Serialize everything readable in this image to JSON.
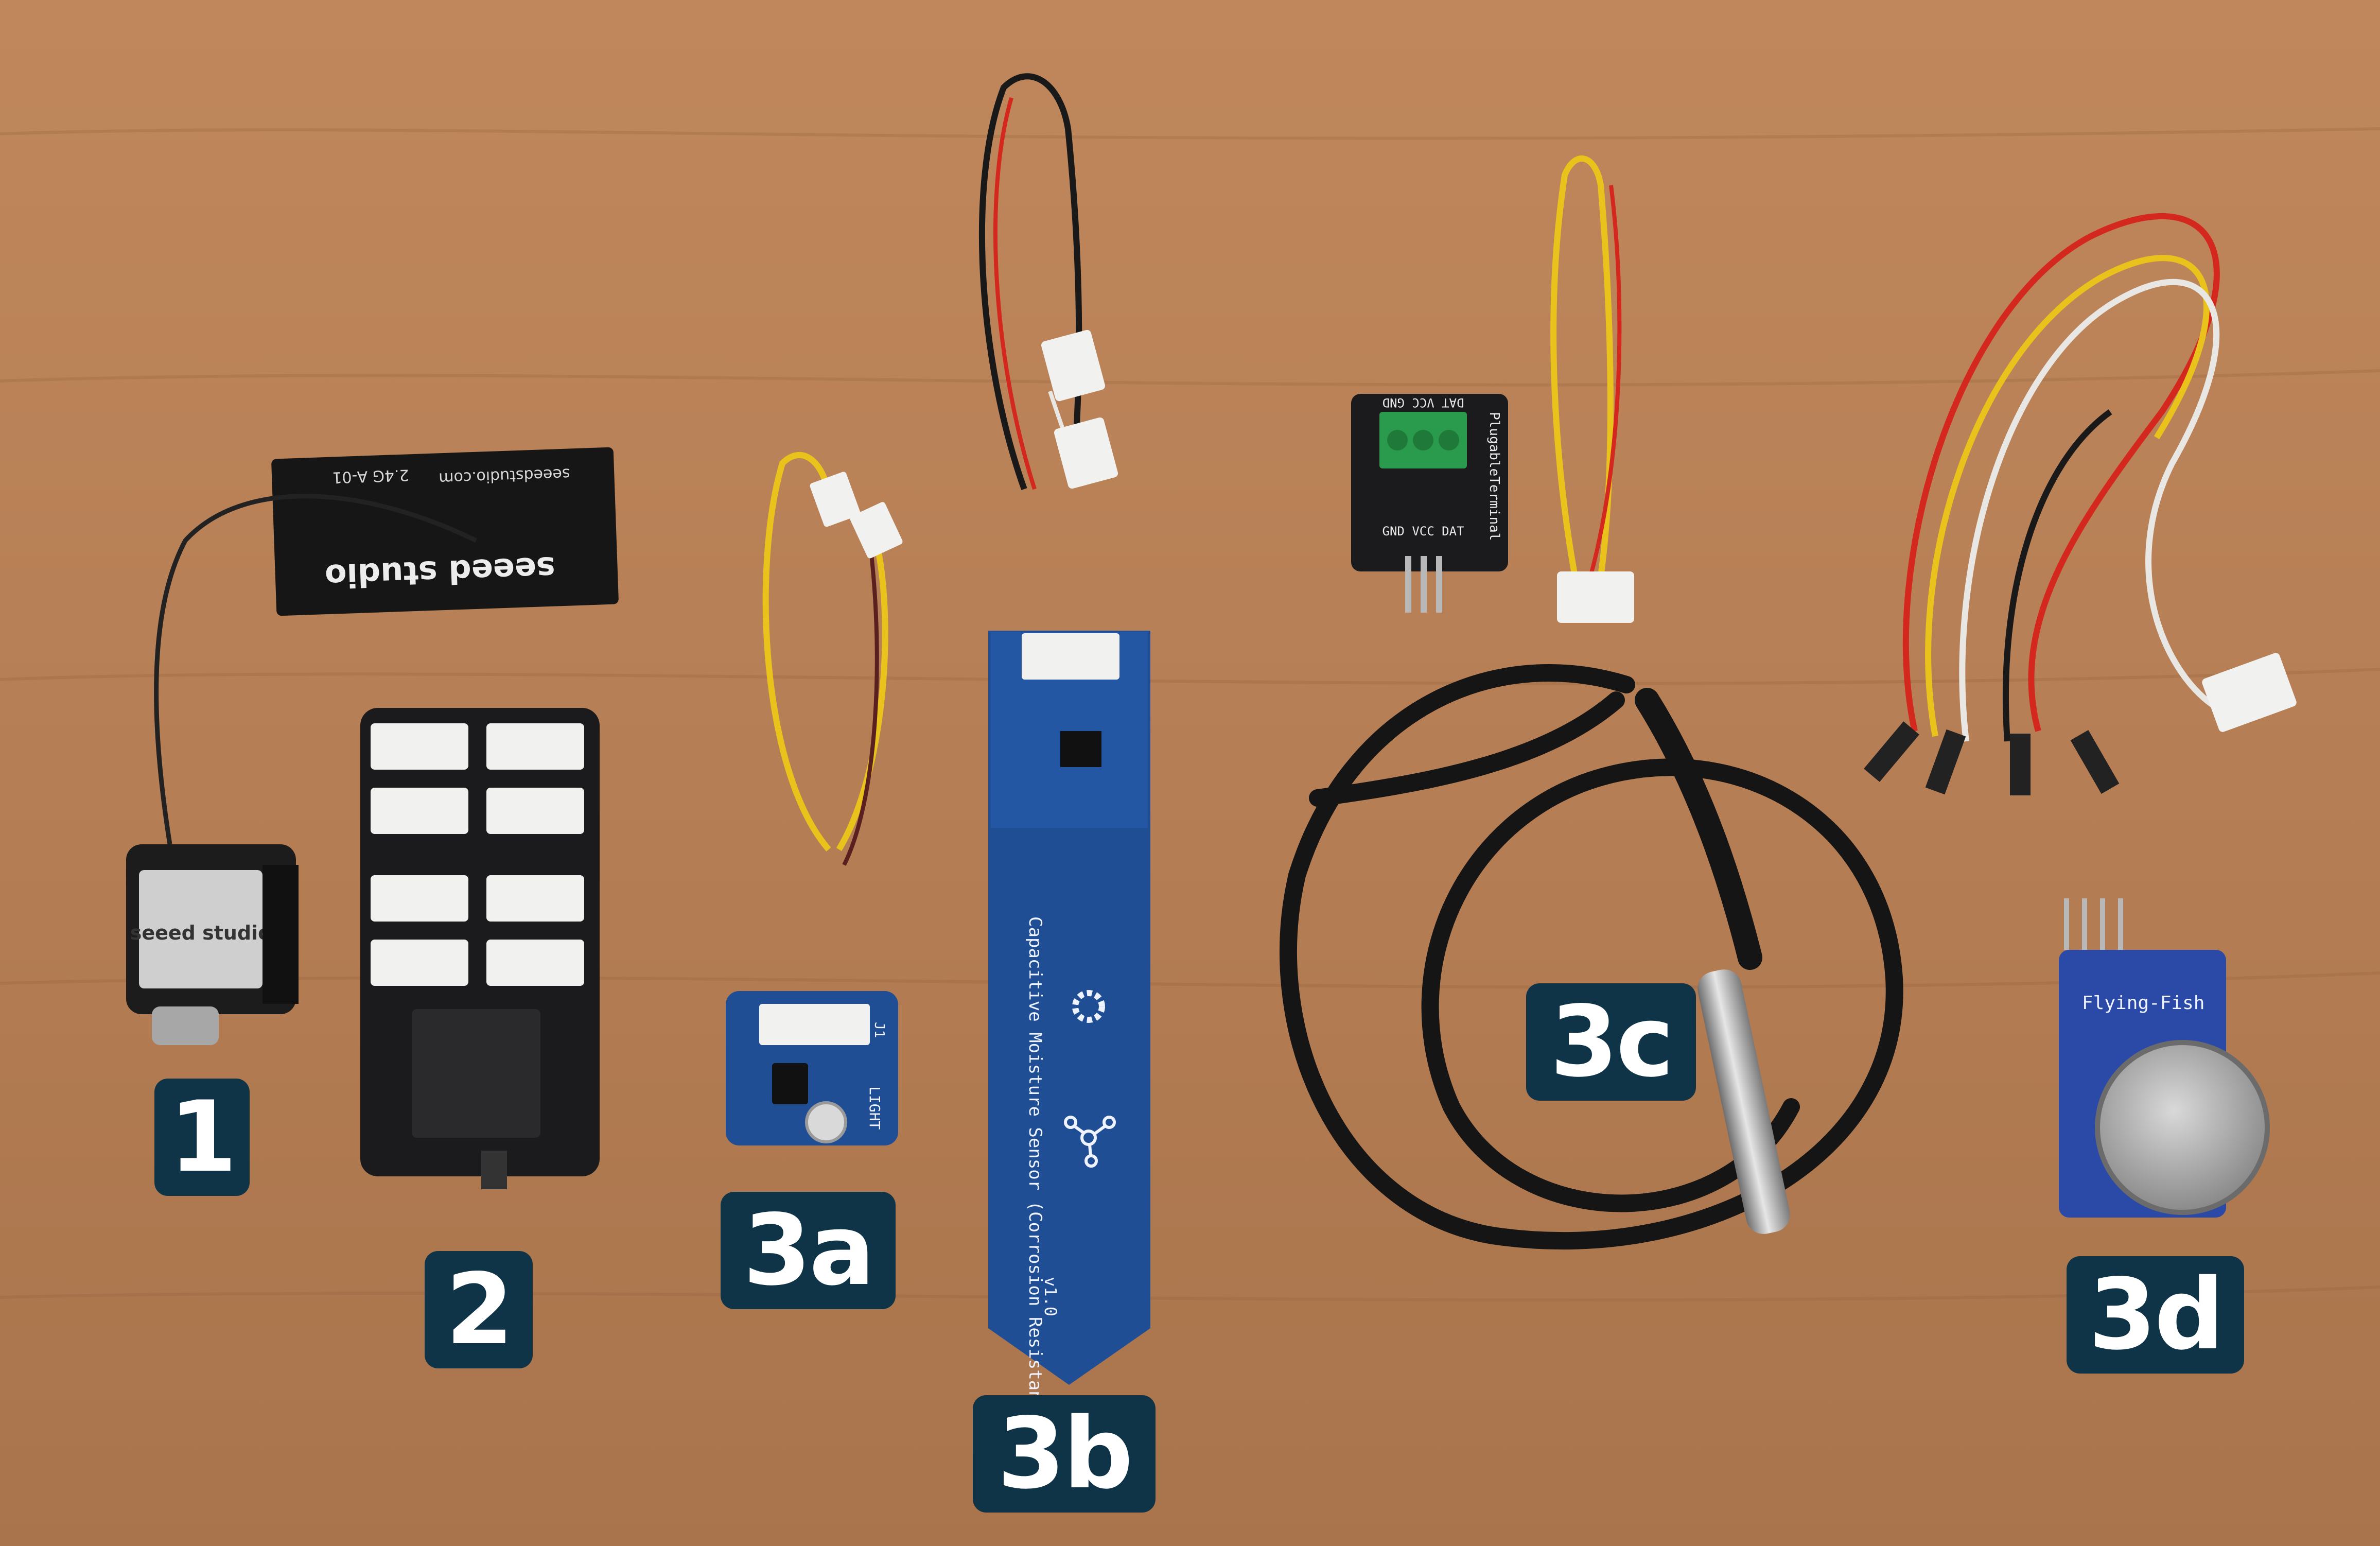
{
  "colors": {
    "label_background": "#0f3447",
    "label_text": "#ffffff",
    "wood": "#b77f55",
    "pcb_black": "#1d1d1f",
    "pcb_blue": "#1f4e94",
    "connector_white": "#f1f1ef",
    "wire_red": "#d4281e",
    "wire_yellow": "#e9c21c",
    "wire_white": "#e9e7e3",
    "wire_black": "#191919"
  },
  "labels": {
    "xiao": "1",
    "expansion_board": "2",
    "light_sensor": "3a",
    "moisture_sensor": "3b",
    "temperature_probe": "3c",
    "gas_sensor": "3d"
  },
  "pcb_text": {
    "antenna_brand": "seeed studio",
    "antenna_url": "seeedstudio.com",
    "antenna_model": "2.4G A-01",
    "xiao_brand": "seeed studio",
    "light_sensor_name": "LIGHT",
    "light_sensor_ref": "J1",
    "moisture_sensor_name": "Capacitive Moisture Sensor (Corrosion Resistant)",
    "moisture_sensor_version": "v1.0",
    "terminal_name": "PlugableTerminal",
    "terminal_pins_top": "DAT VCC GND",
    "terminal_pins_bottom": "GND VCC DAT",
    "gas_sensor_brand": "Flying-Fish"
  }
}
